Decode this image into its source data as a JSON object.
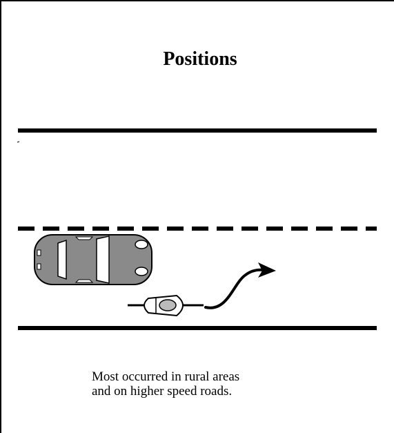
{
  "title": "Positions",
  "caption": {
    "line1": "Most occurred in rural areas",
    "line2": "and on higher speed roads."
  },
  "colors": {
    "car_body": "#8a8a8a",
    "motorcycle_body": "#bbbbbb",
    "road_line": "#000000"
  }
}
